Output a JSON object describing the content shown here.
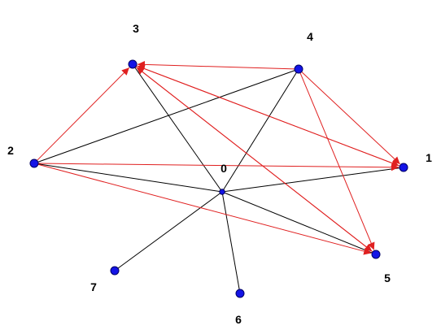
{
  "graph": {
    "nodes": [
      {
        "id": "0",
        "label": "0"
      },
      {
        "id": "1",
        "label": "1"
      },
      {
        "id": "2",
        "label": "2"
      },
      {
        "id": "3",
        "label": "3"
      },
      {
        "id": "4",
        "label": "4"
      },
      {
        "id": "5",
        "label": "5"
      },
      {
        "id": "6",
        "label": "6"
      },
      {
        "id": "7",
        "label": "7"
      }
    ],
    "undirected_edges": [
      {
        "from": "0",
        "to": "3"
      },
      {
        "from": "0",
        "to": "4"
      },
      {
        "from": "0",
        "to": "1"
      },
      {
        "from": "0",
        "to": "2"
      },
      {
        "from": "0",
        "to": "5"
      },
      {
        "from": "0",
        "to": "6"
      },
      {
        "from": "0",
        "to": "7"
      },
      {
        "from": "2",
        "to": "4"
      }
    ],
    "directed_edges": [
      {
        "from": "2",
        "to": "3"
      },
      {
        "from": "2",
        "to": "1"
      },
      {
        "from": "2",
        "to": "5"
      },
      {
        "from": "4",
        "to": "3"
      },
      {
        "from": "4",
        "to": "1"
      },
      {
        "from": "4",
        "to": "5"
      },
      {
        "from": "1",
        "to": "3"
      },
      {
        "from": "5",
        "to": "3"
      },
      {
        "from": "3",
        "to": "1"
      },
      {
        "from": "3",
        "to": "5"
      }
    ],
    "colors": {
      "node_fill": "#1414e6",
      "node_stroke": "#000066",
      "undirected_edge": "#000000",
      "directed_edge": "#e02020",
      "label": "#000000"
    }
  }
}
